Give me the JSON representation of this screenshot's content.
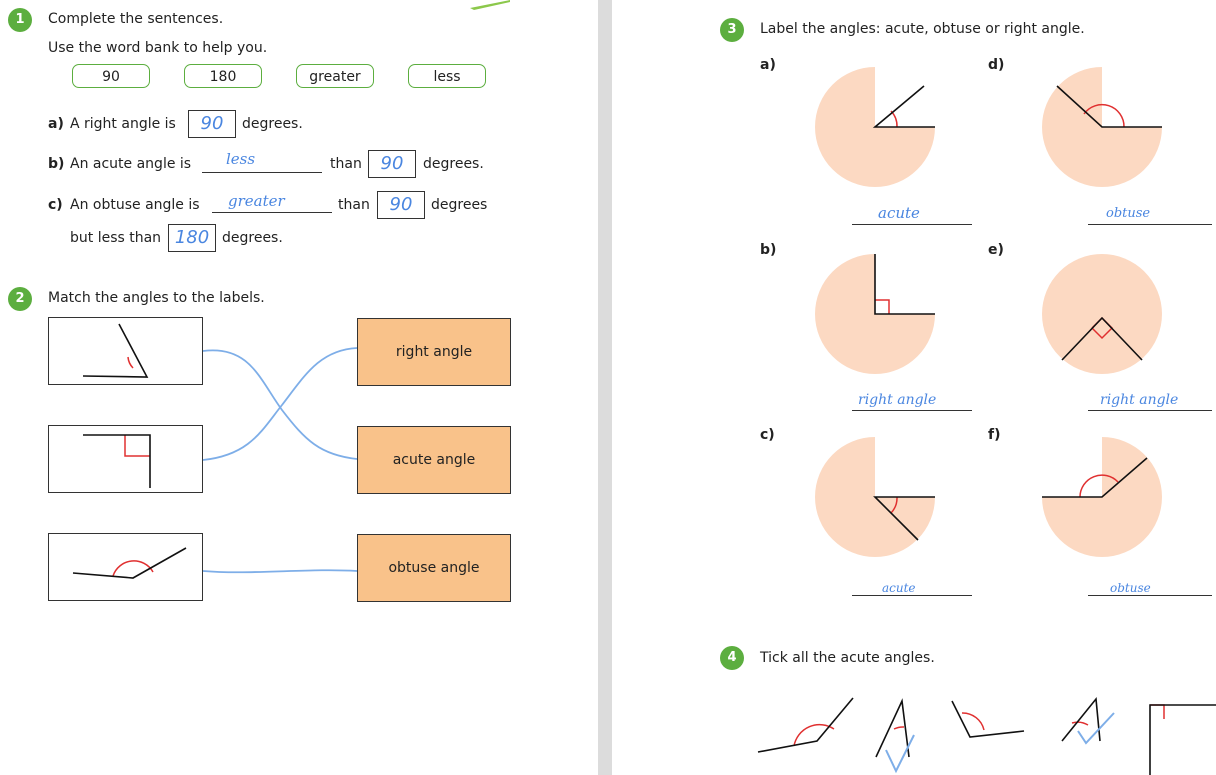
{
  "q1": {
    "number": "1",
    "instruction": "Complete the sentences.",
    "hint": "Use the word bank to help you.",
    "word_bank": [
      "90",
      "180",
      "greater",
      "less"
    ],
    "a": {
      "label": "a)",
      "before": "A right angle is",
      "box": "90",
      "after": "degrees."
    },
    "b": {
      "label": "b)",
      "before": "An acute angle is",
      "answer": "less",
      "mid": "than",
      "box": "90",
      "after": "degrees."
    },
    "c": {
      "label": "c)",
      "before": "An obtuse angle is",
      "answer": "greater",
      "mid": "than",
      "box": "90",
      "after": "degrees",
      "line2_before": "but less than",
      "box2": "180",
      "line2_after": "degrees."
    }
  },
  "q2": {
    "number": "2",
    "instruction": "Match the angles to the labels.",
    "labels": [
      "right angle",
      "acute angle",
      "obtuse angle"
    ]
  },
  "q3": {
    "number": "3",
    "instruction": "Label the angles: acute, obtuse or right angle.",
    "items": [
      {
        "label": "a)",
        "answer": "acute"
      },
      {
        "label": "d)",
        "answer": "obtuse"
      },
      {
        "label": "b)",
        "answer": "right angle"
      },
      {
        "label": "e)",
        "answer": "right angle"
      },
      {
        "label": "c)",
        "answer": "acute"
      },
      {
        "label": "f)",
        "answer": "obtuse"
      }
    ]
  },
  "q4": {
    "number": "4",
    "instruction": "Tick all the acute angles."
  },
  "colors": {
    "green": "#5cae3f",
    "orange": "#f9c28a",
    "peach": "#fcd9c2",
    "pen": "#4a86e0",
    "arc": "#e03030"
  }
}
